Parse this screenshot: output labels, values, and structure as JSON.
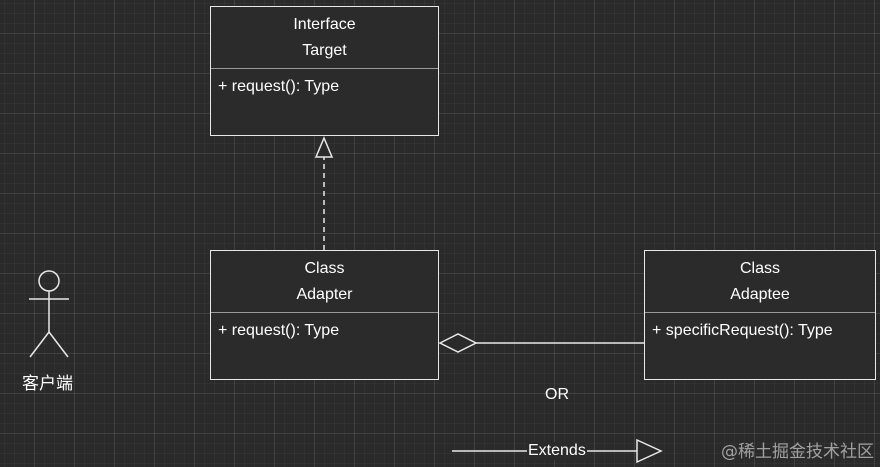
{
  "target": {
    "stereotype": "Interface",
    "name": "Target",
    "method": "+ request(): Type"
  },
  "adapter": {
    "stereotype": "Class",
    "name": "Adapter",
    "method": "+ request(): Type"
  },
  "adaptee": {
    "stereotype": "Class",
    "name": "Adaptee",
    "method": "+ specificRequest(): Type"
  },
  "client": {
    "label": "客户端"
  },
  "or_label": "OR",
  "extends_label": "Extends",
  "watermark": "@稀土掘金技术社区"
}
